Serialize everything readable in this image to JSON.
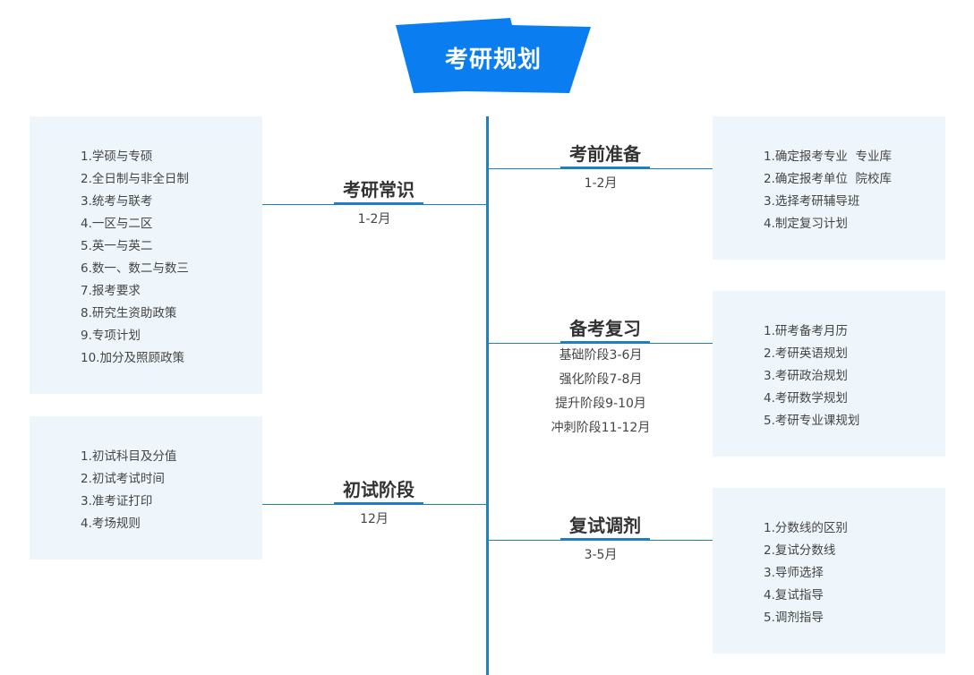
{
  "title": "考研规划",
  "colors": {
    "banner": "#0a7ef0",
    "line": "#1f7fc4",
    "panel": "#eef6fb"
  },
  "left": [
    {
      "stage": "考研常识",
      "time": "1-2月",
      "items": [
        "1.学硕与专硕",
        "2.全日制与非全日制",
        "3.统考与联考",
        "4.一区与二区",
        "5.英一与英二",
        "6.数一、数二与数三",
        "7.报考要求",
        "8.研究生资助政策",
        "9.专项计划",
        "10.加分及照顾政策"
      ]
    },
    {
      "stage": "初试阶段",
      "time": "12月",
      "items": [
        "1.初试科目及分值",
        "2.初试考试时间",
        "3.准考证打印",
        "4.考场规则"
      ]
    }
  ],
  "right": [
    {
      "stage": "考前准备",
      "time": "1-2月",
      "items": [
        "1.确定报考专业  专业库",
        "2.确定报考单位  院校库",
        "3.选择考研辅导班",
        "4.制定复习计划"
      ]
    },
    {
      "stage": "备考复习",
      "times": [
        "基础阶段3-6月",
        "强化阶段7-8月",
        "提升阶段9-10月",
        "冲刺阶段11-12月"
      ],
      "items": [
        "1.研考备考月历",
        "2.考研英语规划",
        "3.考研政治规划",
        "4.考研数学规划",
        "5.考研专业课规划"
      ]
    },
    {
      "stage": "复试调剂",
      "time": "3-5月",
      "items": [
        "1.分数线的区别",
        "2.复试分数线",
        "3.导师选择",
        "4.复试指导",
        "5.调剂指导"
      ]
    }
  ]
}
